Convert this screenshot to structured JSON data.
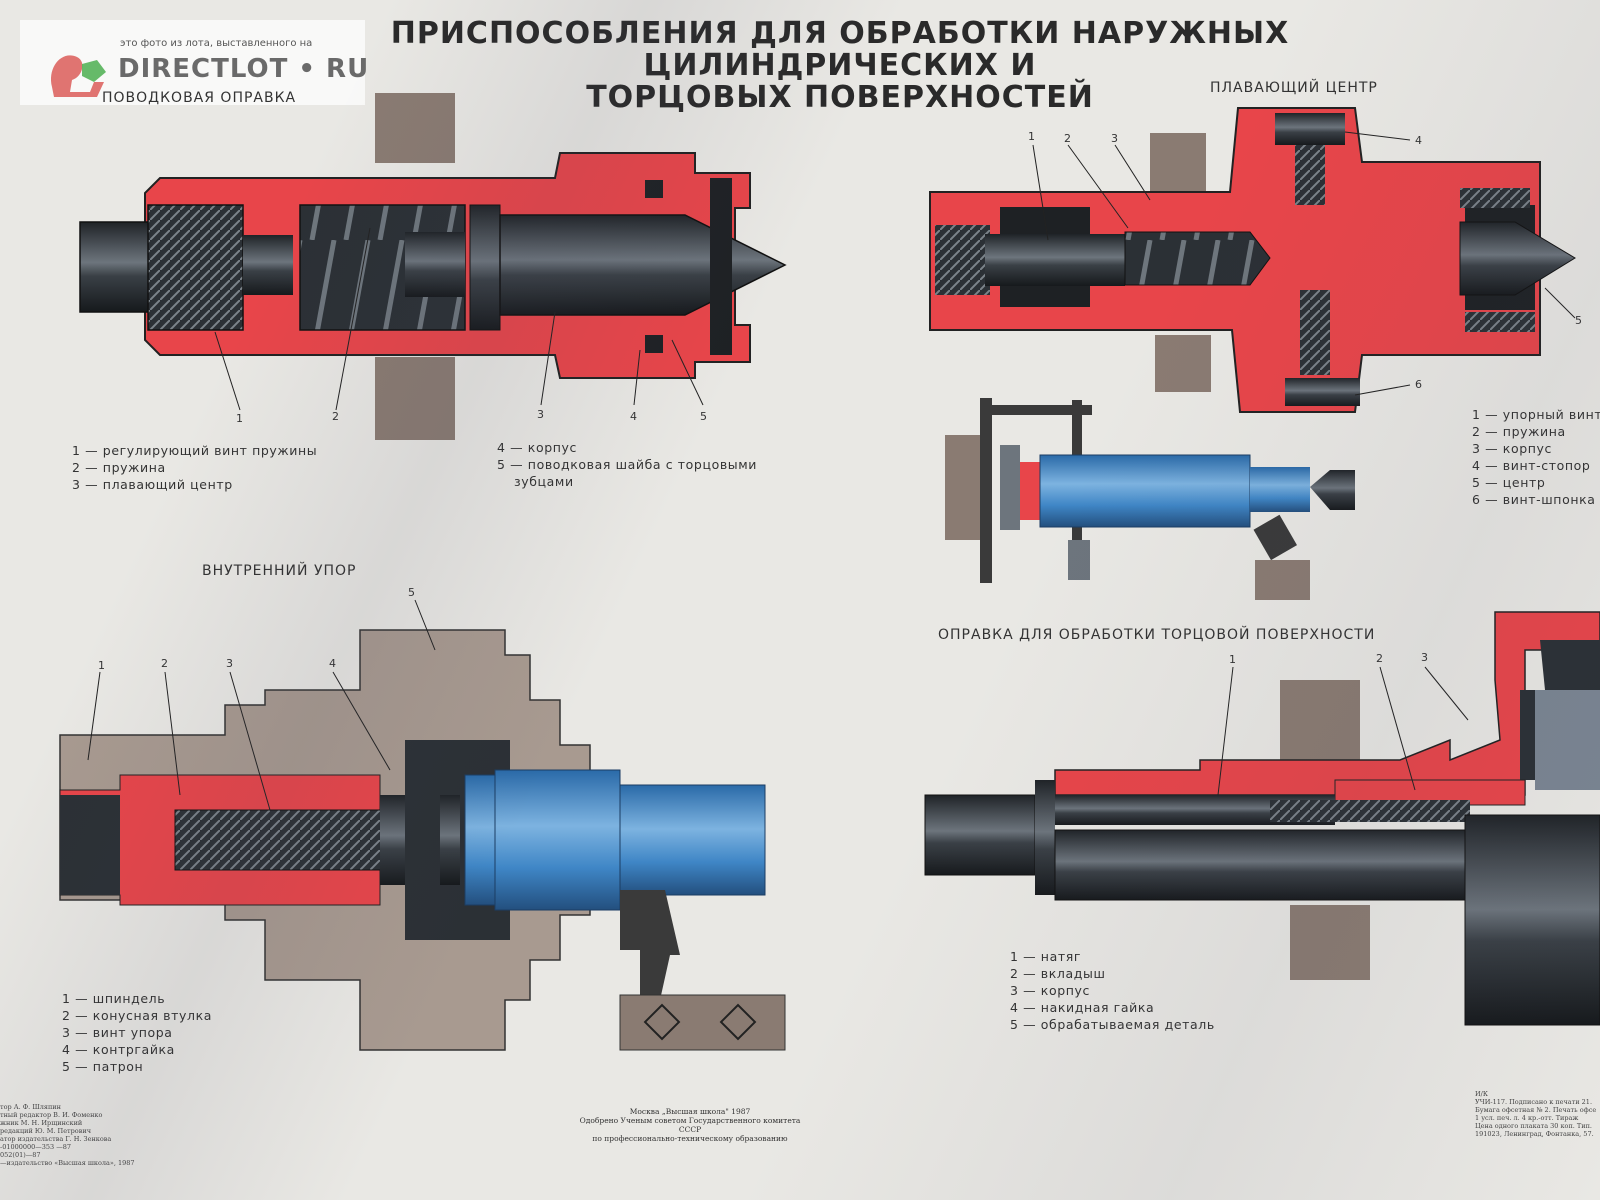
{
  "title_line1": "ПРИСПОСОБЛЕНИЯ ДЛЯ ОБРАБОТКИ  НАРУЖНЫХ ЦИЛИНДРИЧЕСКИХ И",
  "title_line2": "ТОРЦОВЫХ  ПОВЕРХНОСТЕЙ",
  "watermark": {
    "caption": "это фото из лота, выставленного на",
    "brand": "DIRECTLOT • RU"
  },
  "sections": {
    "driving_mandrel": {
      "heading": "ПОВОДКОВАЯ ОПРАВКА",
      "callouts": [
        "1",
        "2",
        "3",
        "4",
        "5"
      ],
      "legend_left": [
        "1 — регулирующий    винт    пружины",
        "2 — пружина",
        "3 — плавающий центр"
      ],
      "legend_right": [
        "4 — корпус",
        "5 — поводковая шайба с торцовыми",
        "зубцами"
      ]
    },
    "floating_center": {
      "heading": "ПЛАВАЮЩИЙ ЦЕНТР",
      "callouts": [
        "1",
        "2",
        "3",
        "4",
        "5",
        "6"
      ],
      "legend": [
        "1 — упорный винт",
        "2 — пружина",
        "3 — корпус",
        "4 — винт-стопор",
        "5 — центр",
        "6 — винт-шпонка"
      ]
    },
    "internal_stop": {
      "heading": "ВНУТРЕННИЙ УПОР",
      "callouts": [
        "1",
        "2",
        "3",
        "4",
        "5"
      ],
      "legend": [
        "1 — шпиндель",
        "2 — конусная втулка",
        "3 — винт упора",
        "4 — контргайка",
        "5 — патрон"
      ]
    },
    "face_mandrel": {
      "heading": "ОПРАВКА ДЛЯ ОБРАБОТКИ ТОРЦОВОЙ ПОВЕРХНОСТИ",
      "callouts": [
        "1",
        "2",
        "3"
      ],
      "legend": [
        "1 — натяг",
        "2 — вкладыш",
        "3 — корпус",
        "4 — накидная гайка",
        "5 — обрабатываемая деталь"
      ]
    }
  },
  "publisher": [
    "Москва „Высшая школа\" 1987",
    "Одобрено Ученым советом Государственного комитета СССР",
    "по профессионально-техническому образованию"
  ],
  "imprint_left": [
    "тор А. Ф. Шляпин",
    "тный редактор В. И. Фоменко",
    "жник М. Н. Ирщинский",
    "редакций Ю. М. Петрович",
    "атор издательства Г. Н. Зенкова",
    "-01000000—353  —87",
    "052(01)—87",
    "—издательство «Высшая школа», 1987"
  ],
  "imprint_right": [
    "И/К",
    "УЧИ-117. Подписано к печати 21.",
    "Бумага офсетная № 2. Печать офсе",
    "1 усл. печ. л. 4 кр.-отт. Тираж",
    "Цена одного плаката 30 коп. Тип.",
    "191023, Ленинград, Фонтанка, 57."
  ],
  "colors": {
    "red": "#e8454a",
    "dark_steel": "#2b3035",
    "blue": "#3f86c6",
    "taupe": "#8a7b72",
    "light_taupe": "#a89a90"
  }
}
